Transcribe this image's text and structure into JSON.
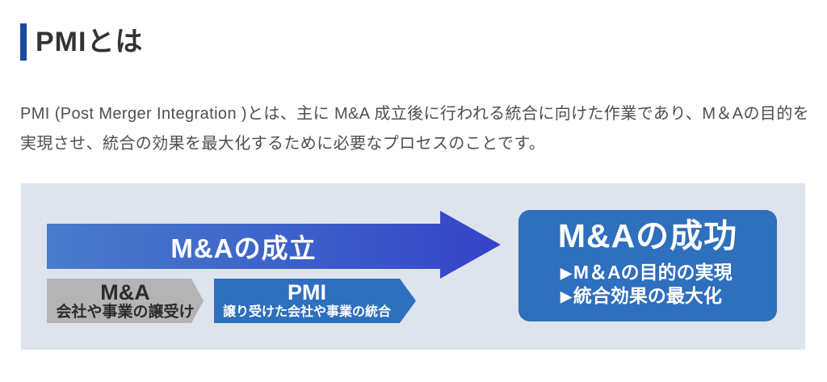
{
  "header": {
    "title": "PMIとは",
    "accent_color": "#1a4b9c"
  },
  "paragraph": {
    "lines": [
      "PMI (Post Merger Integration )とは、主に M&A 成立後に行われる統合に向けた作業であり、M＆Aの目的を",
      "実現させ、統合の効果を最大化するために必要なプロセスのことです。"
    ]
  },
  "diagram": {
    "panel_background": "#dde4ee",
    "main_arrow": {
      "label": "M&Aの成立",
      "gradient_start": "#4a7ccc",
      "gradient_end": "#3544c7"
    },
    "ma_arrow": {
      "title": "M&A",
      "subtitle": "会社や事業の譲受け",
      "color": "#b4b4b4",
      "text_color": "#2b2b2b"
    },
    "pmi_arrow": {
      "title": "PMI",
      "subtitle": "譲り受けた会社や事業の統合",
      "color": "#2e6fbe",
      "text_color": "#ffffff"
    },
    "success_box": {
      "title": "M&Aの成功",
      "bullet_icon": "▶",
      "bullets": [
        "M＆Aの目的の実現",
        "統合効果の最大化"
      ],
      "color": "#2e6fbe",
      "text_color": "#ffffff"
    }
  }
}
